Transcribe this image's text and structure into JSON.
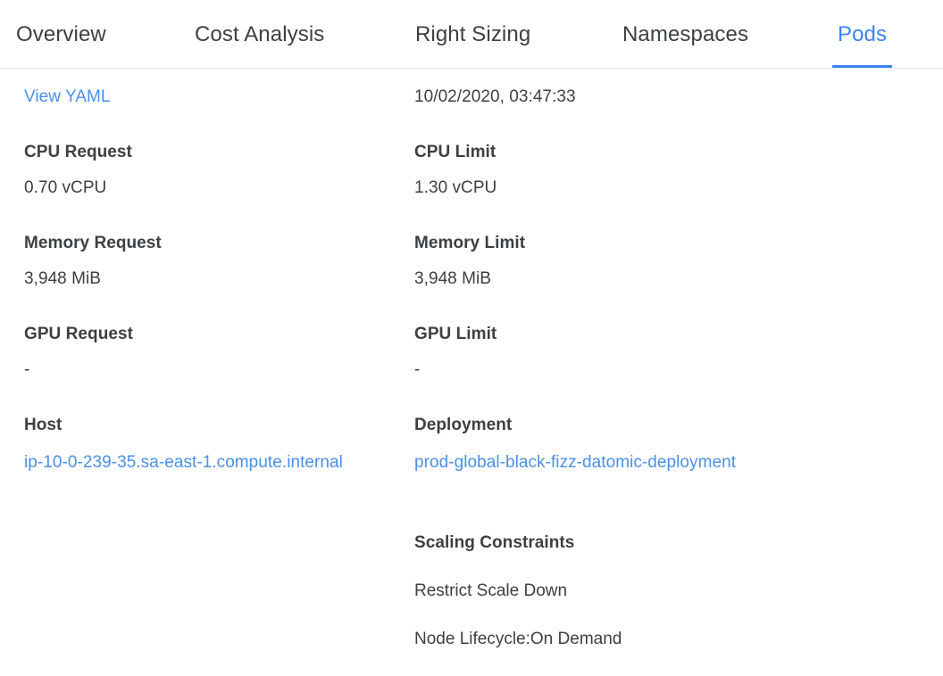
{
  "tabs": [
    {
      "label": "Overview",
      "active": false
    },
    {
      "label": "Cost Analysis",
      "active": false
    },
    {
      "label": "Right Sizing",
      "active": false
    },
    {
      "label": "Namespaces",
      "active": false
    },
    {
      "label": "Pods",
      "active": true
    }
  ],
  "colors": {
    "accent": "#3b82f6",
    "link": "#4a90e8",
    "text": "#3c4043",
    "divider": "#e8eaed",
    "background": "#ffffff"
  },
  "left_column": {
    "view_yaml_link": "View YAML",
    "cpu_request_label": "CPU Request",
    "cpu_request_value": "0.70 vCPU",
    "memory_request_label": "Memory Request",
    "memory_request_value": "3,948 MiB",
    "gpu_request_label": "GPU Request",
    "gpu_request_value": "-",
    "host_label": "Host",
    "host_value": "ip-10-0-239-35.sa-east-1.compute.internal"
  },
  "right_column": {
    "timestamp": "10/02/2020, 03:47:33",
    "cpu_limit_label": "CPU Limit",
    "cpu_limit_value": "1.30 vCPU",
    "memory_limit_label": "Memory Limit",
    "memory_limit_value": "3,948 MiB",
    "gpu_limit_label": "GPU Limit",
    "gpu_limit_value": "-",
    "deployment_label": "Deployment",
    "deployment_value": "prod-global-black-fizz-datomic-deployment",
    "scaling_constraints_label": "Scaling Constraints",
    "scaling_constraint_1": "Restrict Scale Down",
    "scaling_constraint_2": "Node Lifecycle:On Demand"
  }
}
